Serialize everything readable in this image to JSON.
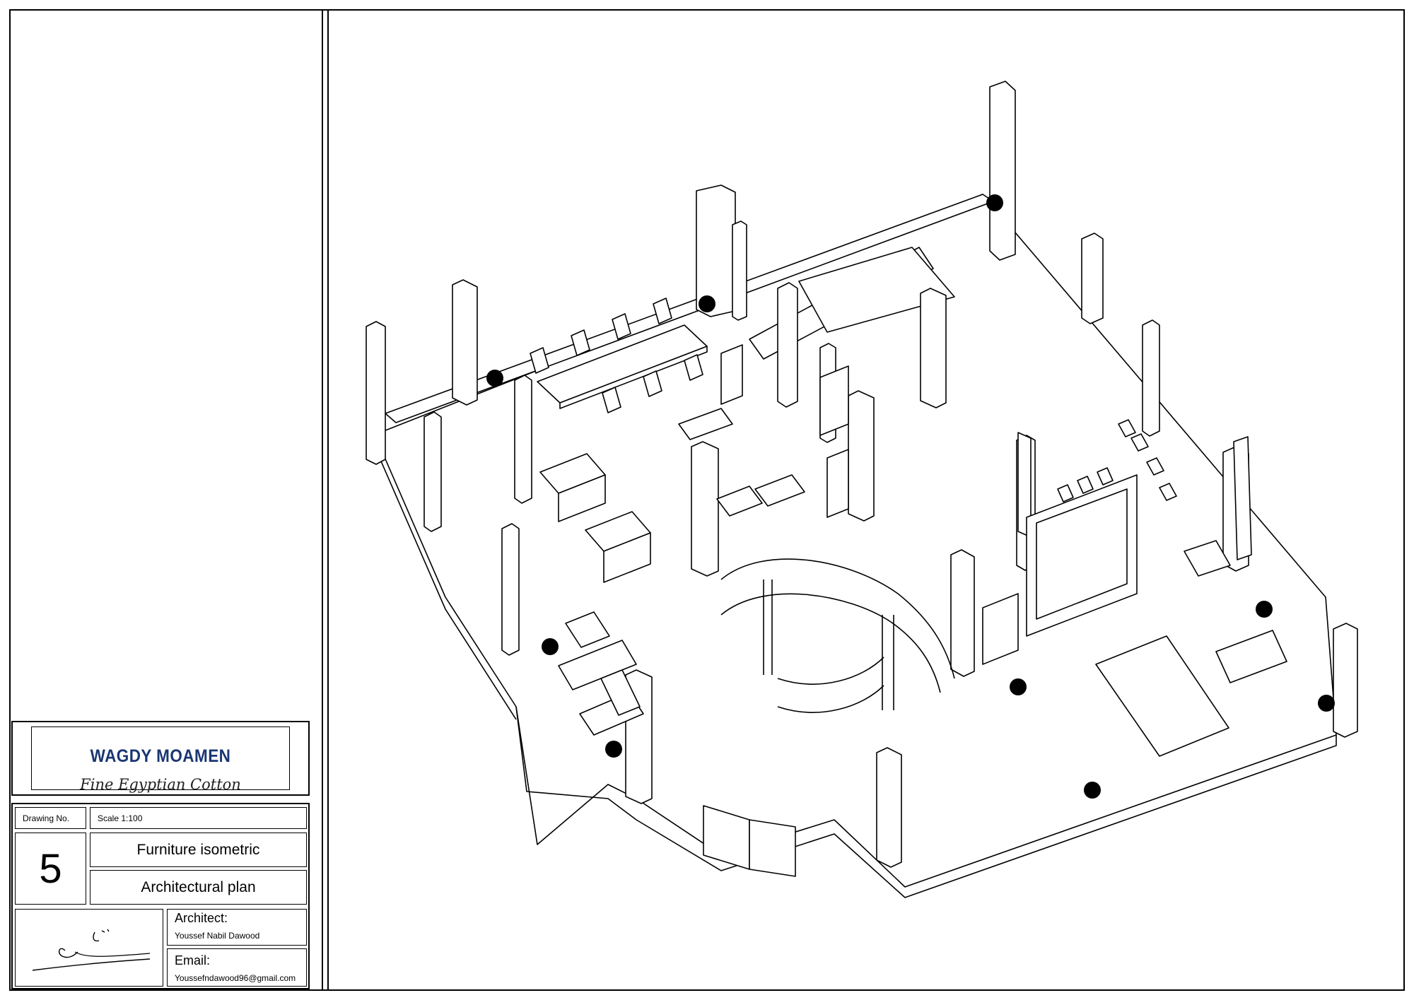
{
  "title_block": {
    "brand": {
      "name": "WAGDY MOAMEN",
      "tagline": "Fine Egyptian Cotton",
      "name_color": "#1a3672"
    },
    "drawing_no_label": "Drawing No.",
    "scale_label": "Scale 1:100",
    "drawing_number": "5",
    "title_line1": "Furniture isometric",
    "title_line2": "Architectural plan",
    "architect_label": "Architect:",
    "architect_name": "Youssef Nabil Dawood",
    "email_label": "Email:",
    "email_value": "Youssefndawood96@gmail.com"
  },
  "drawing": {
    "line_color": "#000000",
    "background": "#ffffff"
  }
}
